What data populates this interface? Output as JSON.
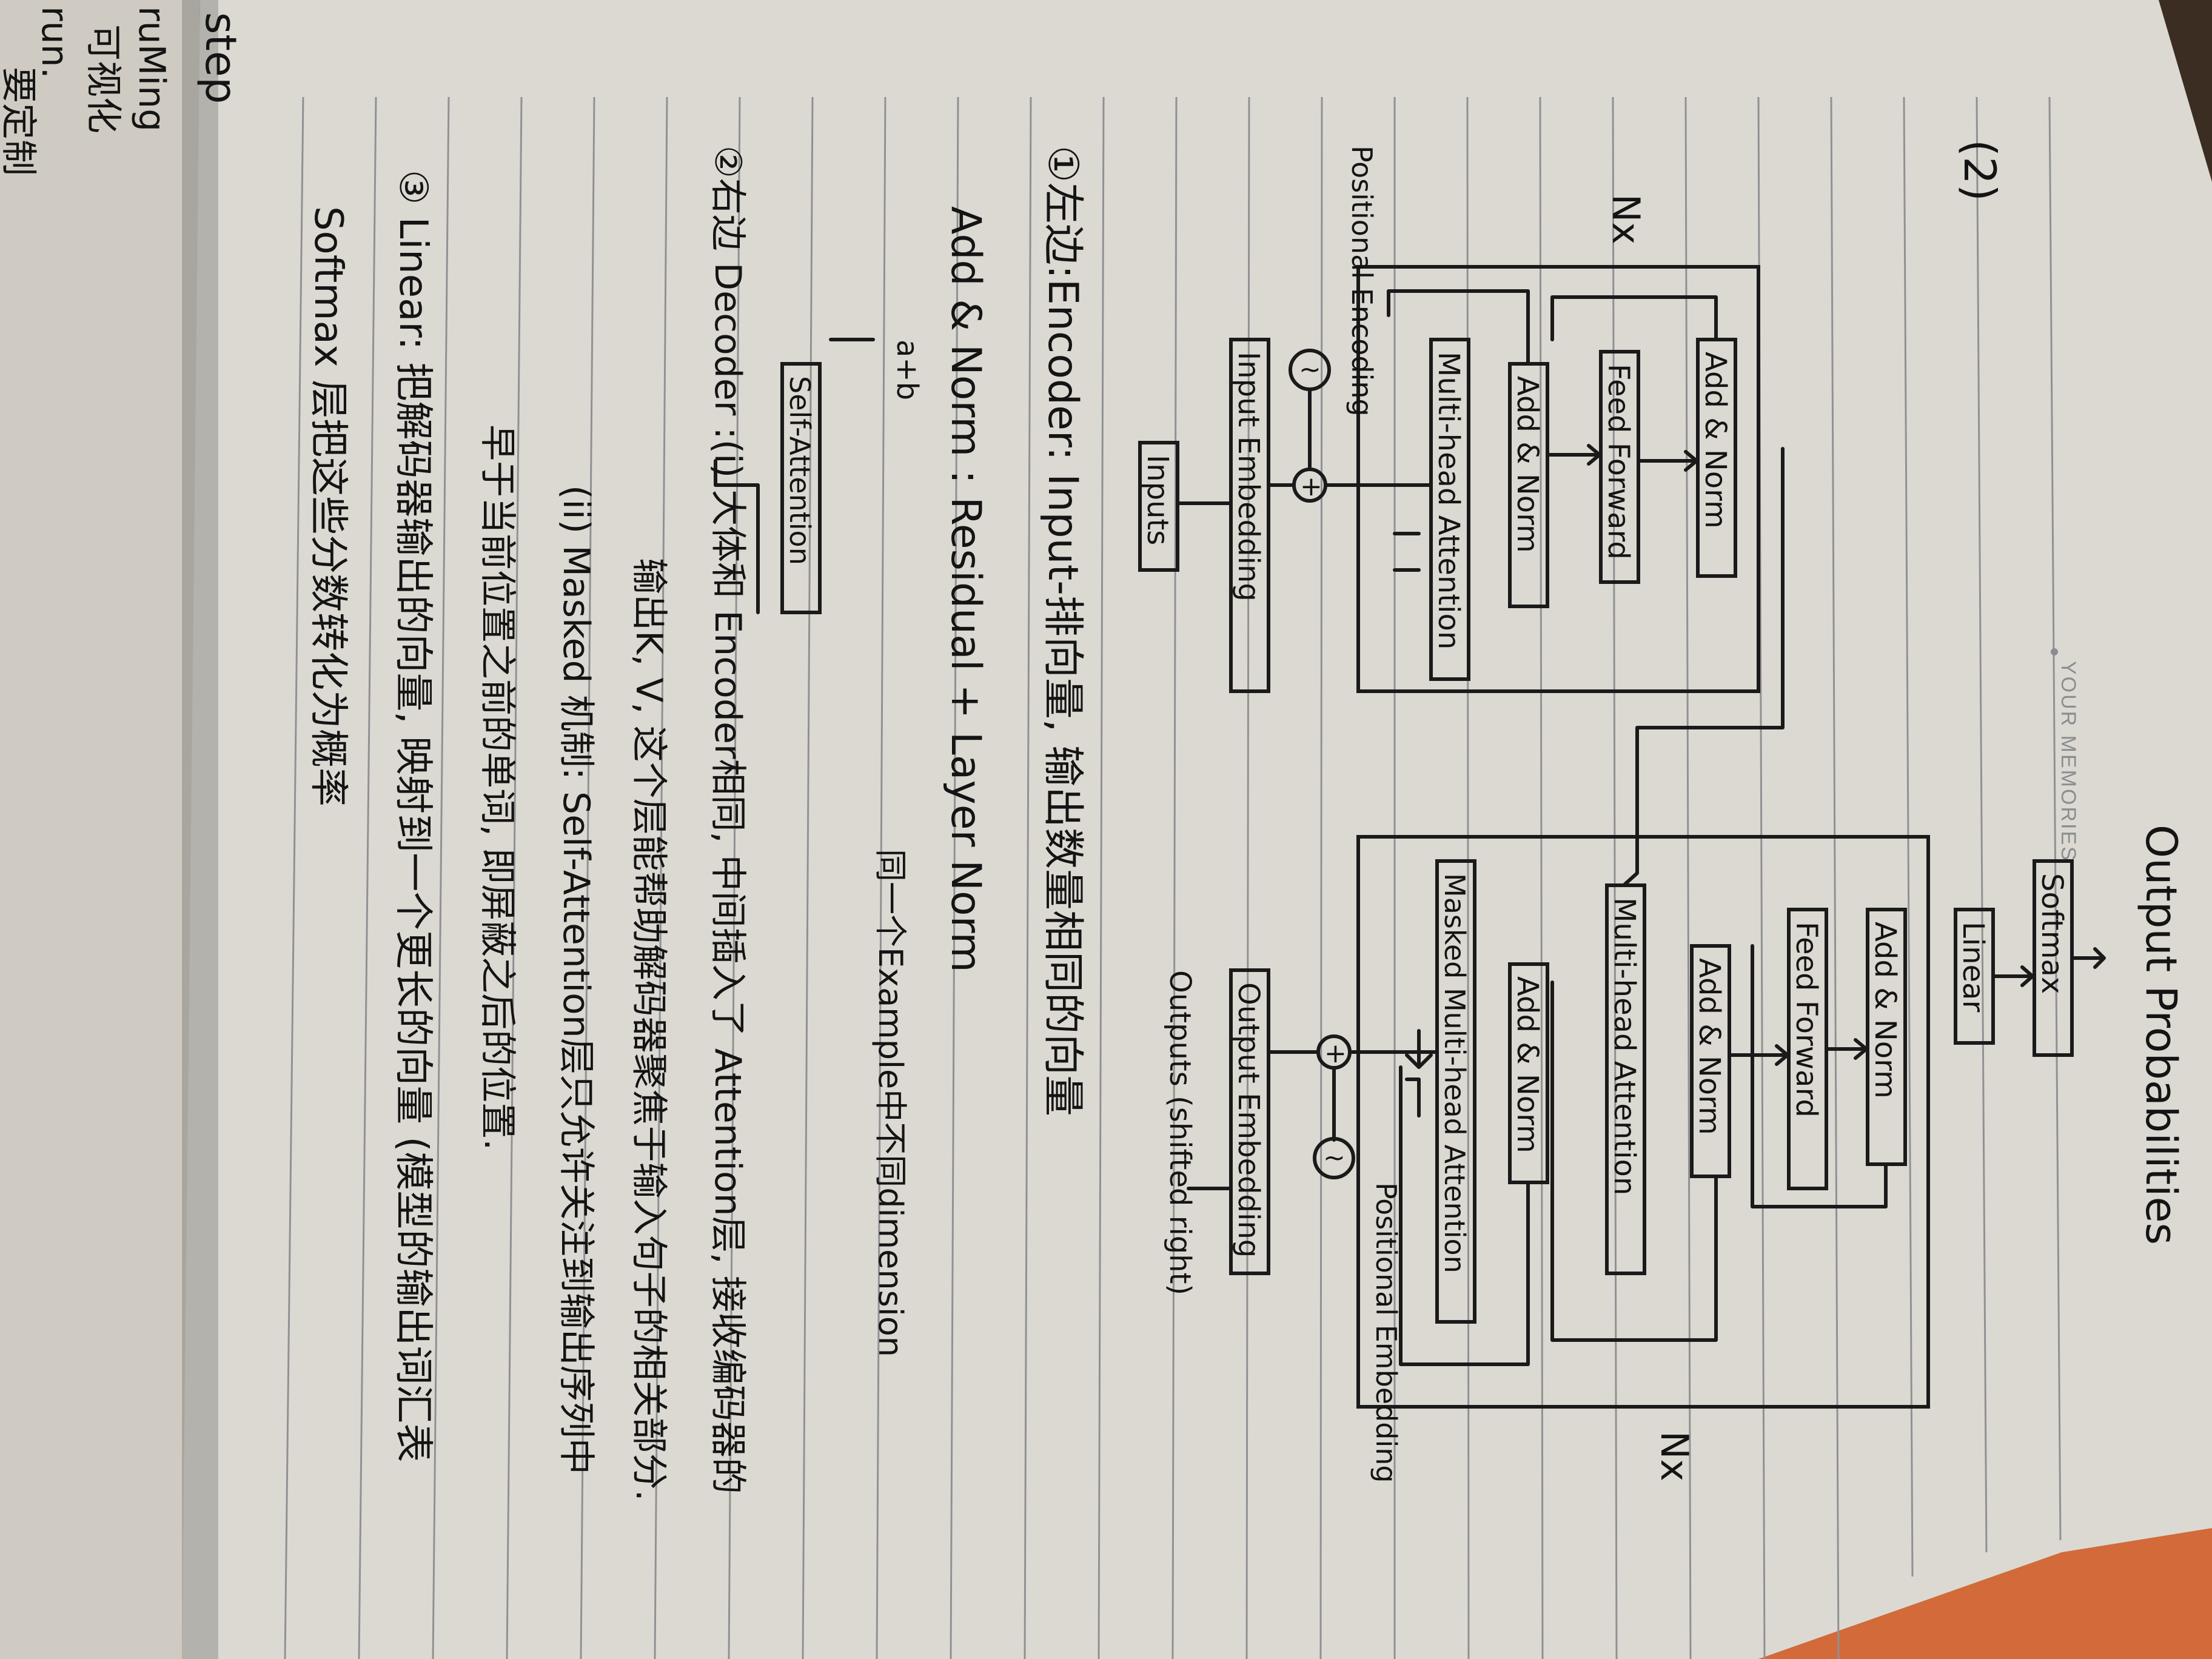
{
  "page_header": {
    "brand_mark": "YOUR MEMORIES",
    "section_number": "(2)"
  },
  "margin_notes": [
    "step",
    "ruMing",
    "可视化",
    "run.",
    "要定制"
  ],
  "diagram": {
    "title": "Output Probabilities",
    "top_boxes": [
      "Softmax",
      "Linear"
    ],
    "decoder": {
      "boxes": [
        "Add & Norm",
        "Feed Forward",
        "Add & Norm",
        "Multi-head Attention",
        "Add & Norm",
        "Masked Multi-head Attention"
      ],
      "repeat_label": "Nx",
      "positional_label": "Positional Embedding",
      "embedding_box": "Output Embedding",
      "inputs_label": "Outputs (shifted right)"
    },
    "encoder": {
      "boxes": [
        "Add & Norm",
        "Feed Forward",
        "Add & Norm",
        "Multi-head Attention"
      ],
      "repeat_label": "Nx",
      "positional_label": "Positional Encoding",
      "embedding_box": "Input Embedding",
      "inputs_box": "Inputs"
    },
    "add_symbol": "+",
    "wave_symbol": "~"
  },
  "notes": {
    "encoder_line": "①左边:Encoder: Input-排向量, 输出数量相同的向量",
    "add_norm_line": "Add & Norm : Residual + Layer Norm",
    "layer_norm_note": "同一个Example中不同dimension",
    "residual_formula": "a+b",
    "self_attention_box": "Self-Attention",
    "decoder_line_1": "②右边 Decoder :(i) 大体和 Encoder相同, 中间插入了 Attention层, 接收编码器的",
    "decoder_line_2": "输出K, V, 这个层能帮助解码器聚焦于输入句子的相关部分.",
    "decoder_line_3": "(ii) Masked 机制: Self-Attention层只允许关注到输出序列中",
    "decoder_line_4": "早于当前位置之前的单词, 即屏蔽之后的位置.",
    "linear_line": "③ Linear: 把解码器输出的向量, 映射到一个更长的向量 (模型的输出词汇表",
    "softmax_line": "Softmax 层把这些分数转化为概率"
  }
}
